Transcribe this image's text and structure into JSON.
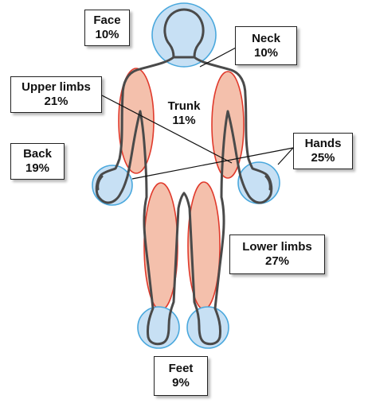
{
  "colors": {
    "outline": "#4a4a4a",
    "body_fill": "#ffffff",
    "circle_stroke": "#4aa8dd",
    "circle_fill": "#c7e0f4",
    "ellipse_stroke": "#e03a2c",
    "ellipse_fill": "#f4c0ac",
    "leader_line": "#111111",
    "box_border": "#222222",
    "text": "#111111"
  },
  "regions": {
    "face": {
      "name": "Face",
      "percent": "10%"
    },
    "neck": {
      "name": "Neck",
      "percent": "10%"
    },
    "upper_limbs": {
      "name": "Upper limbs",
      "percent": "21%"
    },
    "trunk": {
      "name": "Trunk",
      "percent": "11%"
    },
    "back": {
      "name": "Back",
      "percent": "19%"
    },
    "hands": {
      "name": "Hands",
      "percent": "25%"
    },
    "lower_limbs": {
      "name": "Lower limbs",
      "percent": "27%"
    },
    "feet": {
      "name": "Feet",
      "percent": "9%"
    }
  }
}
